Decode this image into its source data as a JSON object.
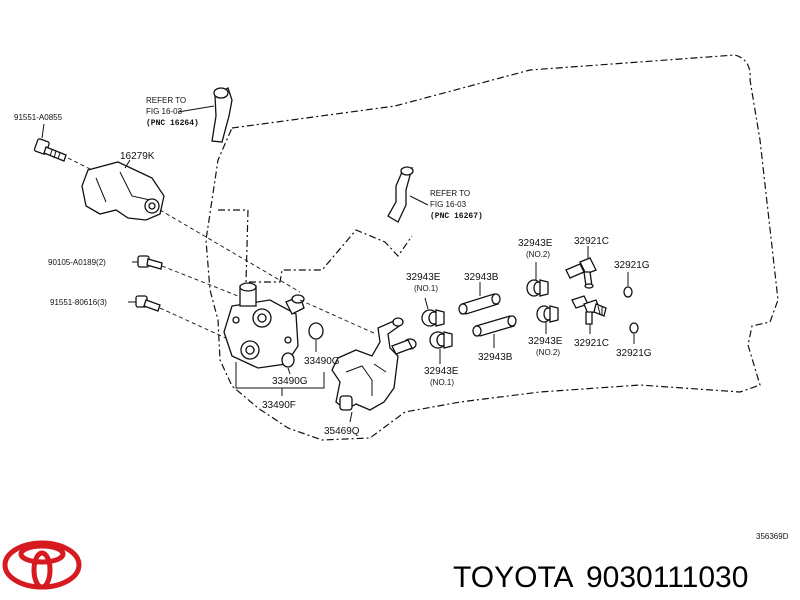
{
  "figure_code": "356369D",
  "brand_name": "TOYOTA",
  "part_number": "9030111030",
  "logo_color": "#d71920",
  "refer_notes": [
    {
      "line1": "REFER TO",
      "line2": "FIG 16-03",
      "line3": "(PNC 16264)"
    },
    {
      "line1": "REFER TO",
      "line2": "FIG 16-03",
      "line3": "(PNC 16267)"
    }
  ],
  "labels": [
    {
      "text": "91551-A0855"
    },
    {
      "text": "16279K"
    },
    {
      "text": "90105-A0189(2)"
    },
    {
      "text": "91551-80616(3)"
    },
    {
      "text": "33490G"
    },
    {
      "text": "33490G"
    },
    {
      "text": "33490F"
    },
    {
      "text": "35469Q"
    },
    {
      "text": "32943E",
      "sub": "(NO.1)"
    },
    {
      "text": "32943B"
    },
    {
      "text": "32943E",
      "sub": "(NO.2)"
    },
    {
      "text": "32921C"
    },
    {
      "text": "32921G"
    },
    {
      "text": "32943B"
    },
    {
      "text": "32943E",
      "sub": "(NO.2)"
    },
    {
      "text": "32921C"
    },
    {
      "text": "32921G"
    },
    {
      "text": "32943E",
      "sub": "(NO.1)"
    }
  ]
}
